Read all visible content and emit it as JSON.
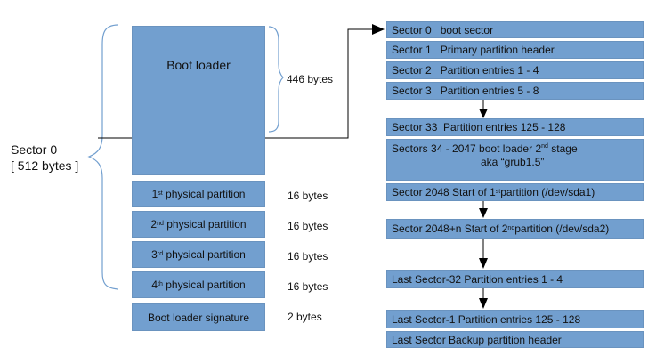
{
  "mbr": {
    "sector_label": "Sector 0",
    "sector_size": "[ 512 bytes ]",
    "boot_loader": "Boot loader",
    "boot_loader_size": "446 bytes",
    "partitions": [
      {
        "num": "1",
        "suffix": "st",
        "text": "physical partition",
        "size": "16 bytes"
      },
      {
        "num": "2",
        "suffix": "nd",
        "text": "physical partition",
        "size": "16 bytes"
      },
      {
        "num": "3",
        "suffix": "rd",
        "text": "physical partition",
        "size": "16 bytes"
      },
      {
        "num": "4",
        "suffix": "th",
        "text": "physical partition",
        "size": "16 bytes"
      }
    ],
    "signature": "Boot loader signature",
    "signature_size": "2 bytes"
  },
  "gpt": {
    "s0": "Sector 0   boot sector",
    "s1": "Sector 1   Primary partition header",
    "s2": "Sector 2   Partition entries 1 - 4",
    "s3": "Sector 3   Partition entries 5 - 8",
    "s33": "Sector 33  Partition entries 125 - 128",
    "s34_a": "Sectors 34 - 2047 boot loader 2",
    "s34_sup": "nd",
    "s34_b": " stage",
    "s34_line2": "aka “grub1.5”",
    "s2048_a": "Sector 2048  Start of 1",
    "s2048_sup": "st",
    "s2048_b": " partition (/dev/sda1)",
    "s2048n_a": "Sector 2048+n  Start of 2",
    "s2048n_sup": "nd",
    "s2048n_b": " partition (/dev/sda2)",
    "last32": "Last Sector-32  Partition entries 1 - 4",
    "last1": "Last Sector-1  Partition entries 125 - 128",
    "last": "Last Sector  Backup partition header"
  },
  "colors": {
    "box_fill": "#729fcf",
    "box_border": "#6a93bf",
    "brace": "#729fcf",
    "line": "#000000"
  }
}
